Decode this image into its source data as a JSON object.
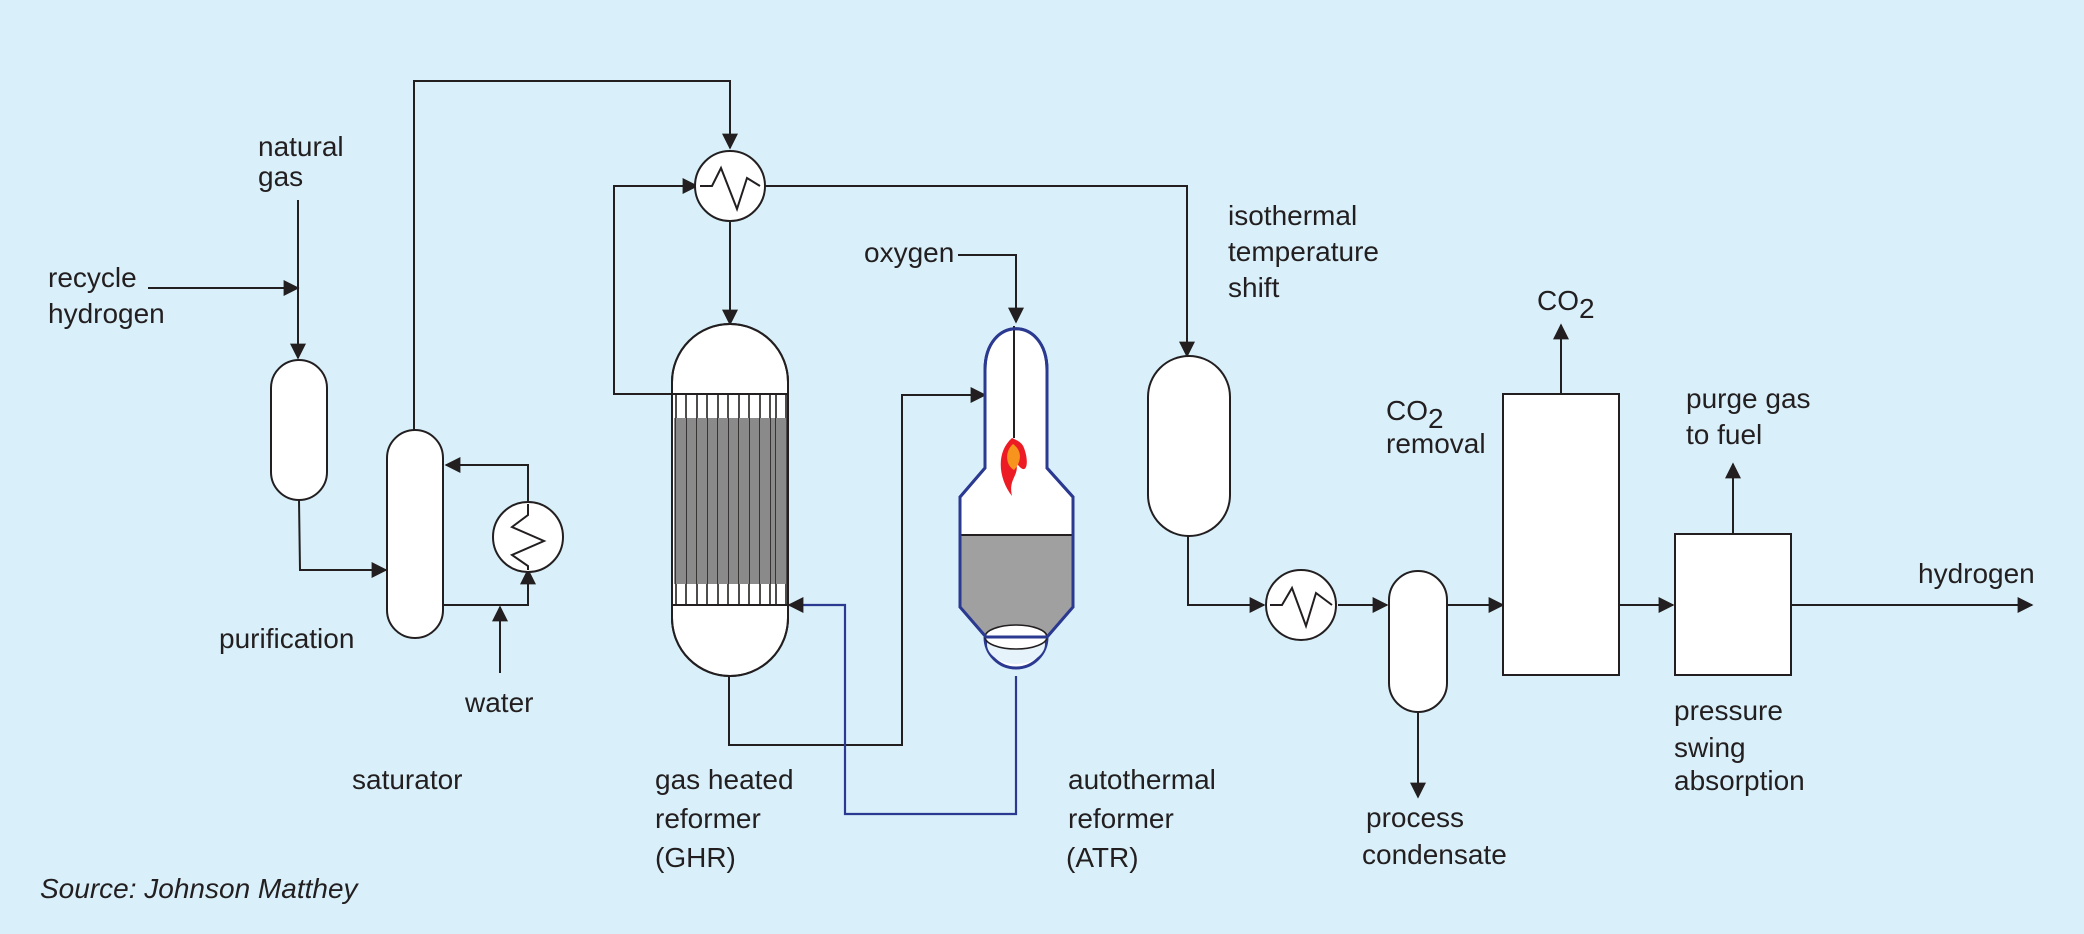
{
  "labels": {
    "natural_gas": [
      "natural",
      "gas"
    ],
    "recycle_hydrogen": [
      "recycle",
      "hydrogen"
    ],
    "purification": "purification",
    "water": "water",
    "saturator": "saturator",
    "gas_heated_reformer": [
      "gas heated",
      "reformer",
      "(GHR)"
    ],
    "oxygen": "oxygen",
    "autothermal_reformer": [
      "autothermal",
      "reformer",
      "(ATR)"
    ],
    "isothermal_temperature_shift": [
      "isothermal",
      "temperature",
      "shift"
    ],
    "co2_removal": {
      "co": "CO",
      "sub": "2",
      "rest": "removal"
    },
    "co2_out": {
      "co": "CO",
      "sub": "2"
    },
    "purge_gas": [
      "purge gas",
      "to fuel"
    ],
    "hydrogen": "hydrogen",
    "process_condensate": [
      "process",
      "condensate"
    ],
    "pressure_swing_absorption": [
      "pressure",
      "swing",
      "absorption"
    ],
    "source": "Source: Johnson Matthey"
  },
  "colors": {
    "background": "#d9f0fa",
    "line": "#231f20",
    "atr_outline": "#2b3990",
    "catalyst": "#a0a0a0",
    "flame_outer": "#ed1c24",
    "flame_inner": "#f7941d"
  }
}
